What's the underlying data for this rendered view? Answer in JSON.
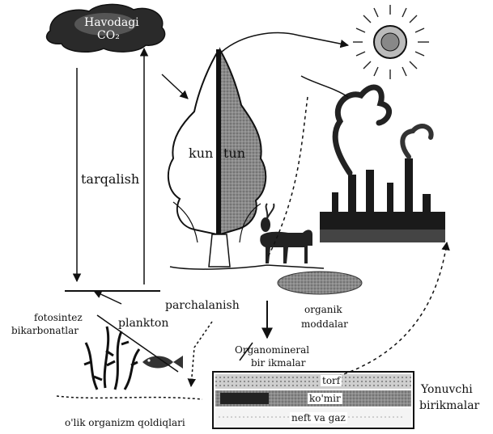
{
  "labels": {
    "havodagi": "Havodagi",
    "co2": "CO₂",
    "kun": "kun",
    "tun": "tun",
    "tarqalish": "tarqalish",
    "fotosintez": "fotosintez",
    "bikarbonatlar": "bikarbonatlar",
    "plankton": "plankton",
    "parchalanish": "parchalanish",
    "organik": "organik",
    "moddalar": "moddalar",
    "organomineral": "Organomineral",
    "birikmalar_small": "bir ikmalar",
    "torf": "torf",
    "komir": "ko'mir",
    "neft": "neft va gaz",
    "olik": "o'lik organizm qoldiqlari",
    "yonuvchi": "Yonuvchi",
    "birikmalar": "birikmalar"
  },
  "icons": [
    "sun-icon",
    "cloud-icon",
    "factory-icon",
    "tree-icon",
    "deer-icon",
    "fish-icon",
    "seaweed-icon"
  ],
  "colors": {
    "ink": "#111111",
    "shade": "#777777",
    "dark": "#333333"
  }
}
